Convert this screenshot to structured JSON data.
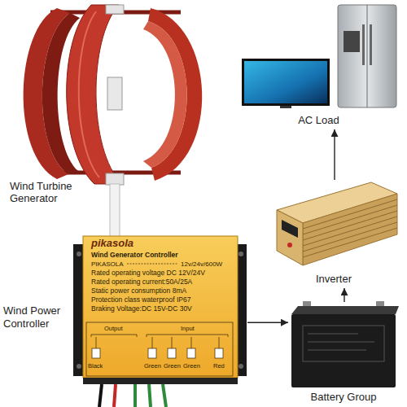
{
  "diagram": {
    "nodes": [
      {
        "text": [
          "Wind Turbine Generator"
        ]
      },
      {
        "text": [
          "AC Load"
        ]
      },
      {
        "text": [
          "Inverter"
        ]
      },
      {
        "text": [
          "Wind Power Controller"
        ]
      },
      {
        "text": [
          "Battery Group"
        ]
      }
    ],
    "edges": [
      {
        "from": 3,
        "to": 4,
        "arrow": "to"
      },
      {
        "from": 4,
        "to": 2,
        "arrow": "to"
      },
      {
        "from": 2,
        "to": 1,
        "arrow": "to"
      }
    ],
    "labels": [
      "pikasola",
      "Wind Generator Controller",
      "PIKASOLA",
      "12v/24v/600W",
      "Rated operating voltage DC 12V/24V",
      "Rated operating current:50A/25A",
      "Static power consumption 8mA",
      "Protection class waterproof IP67",
      "Braking Voltage:DC 15V-DC 30V",
      "Output",
      "Input",
      "Black",
      "Green",
      "Green",
      "Green",
      "Red"
    ]
  }
}
